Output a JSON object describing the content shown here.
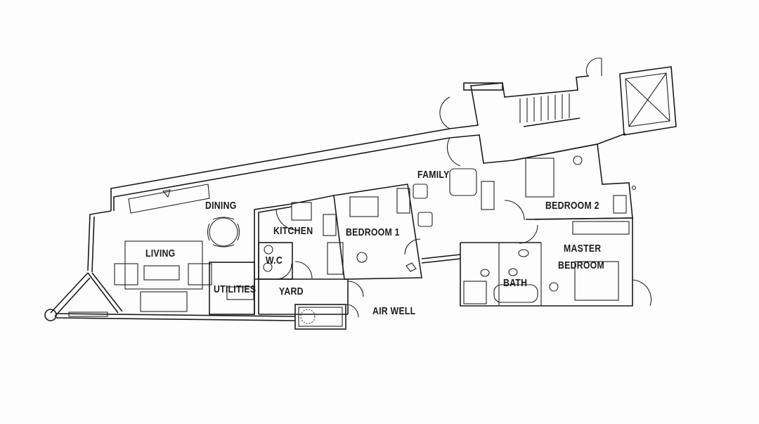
{
  "rooms": {
    "dining": "DINING",
    "living": "LIVING",
    "kitchen": "KITCHEN",
    "wc": "W.C",
    "utilities": "UTILITIES",
    "yard": "YARD",
    "air_well": "AIR WELL",
    "bedroom1": "BEDROOM 1",
    "family": "FAMILY",
    "bedroom2": "BEDROOM 2",
    "master_line1": "MASTER",
    "master_line2": "BEDROOM",
    "bath": "BATH"
  }
}
